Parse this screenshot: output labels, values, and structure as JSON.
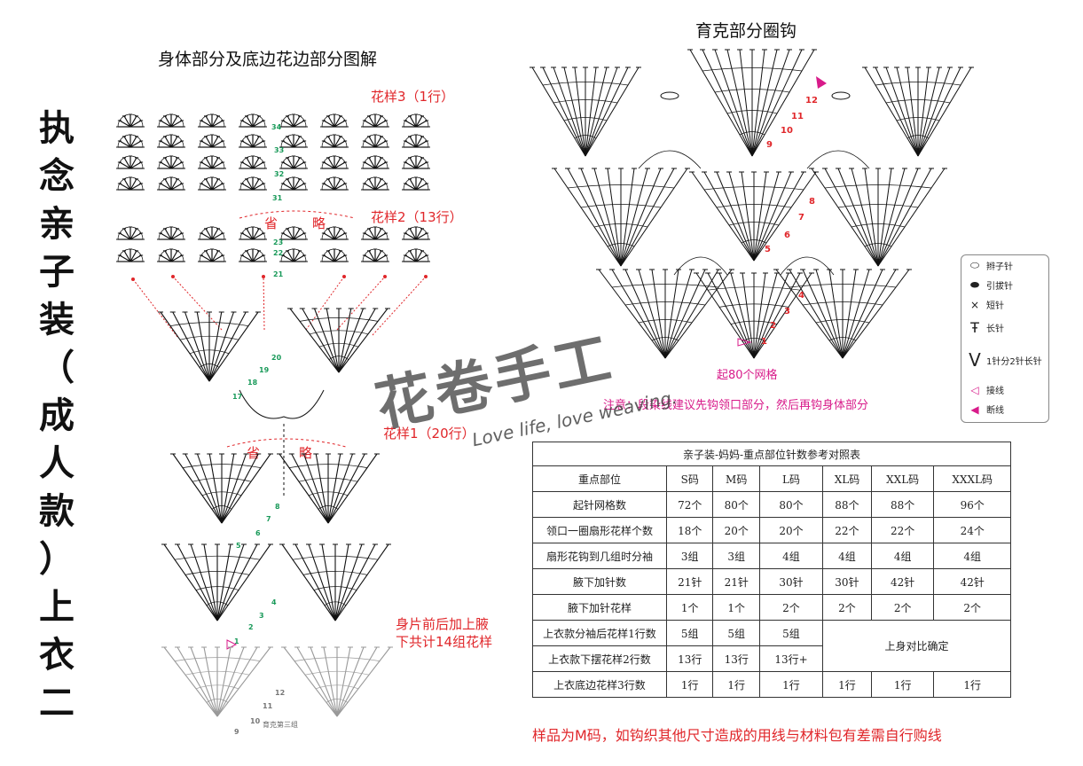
{
  "vertical_title": [
    "执",
    "念",
    "亲",
    "子",
    "装",
    "（",
    "成",
    "人",
    "款",
    "）",
    "上",
    "衣",
    "二"
  ],
  "left": {
    "heading": "身体部分及底边花边部分图解",
    "pattern3_label": "花样3（1行）",
    "pattern2_label": "花样2（13行）",
    "pattern1_label": "花样1（20行）",
    "omit1": "省",
    "omit2": "略",
    "omit3": "省",
    "omit4": "略",
    "rows_p3": [
      "34",
      "33",
      "32",
      "31"
    ],
    "rows_p2": [
      "22",
      "23",
      "21"
    ],
    "rows_p1_top": [
      "20",
      "19",
      "18",
      "17"
    ],
    "rows_p1_mid": [
      "8",
      "7",
      "6",
      "5"
    ],
    "rows_p1_bot": [
      "4",
      "3",
      "2",
      "1"
    ],
    "rows_gray": [
      "12",
      "11",
      "10",
      "9"
    ],
    "gray_caption": "育克第三组",
    "armpit_note_line1": "身片前后加上腋",
    "armpit_note_line2": "下共计14组花样"
  },
  "right": {
    "heading": "育克部分圈钩",
    "rows": [
      "12",
      "11",
      "10",
      "9",
      "8",
      "7",
      "6",
      "5",
      "4",
      "3",
      "2",
      "1"
    ],
    "start_note": "起80个网格",
    "attention": "注意：段染线建议先钩领口部分，然后再钩身体部分"
  },
  "legend": {
    "items": [
      {
        "icon": "chain-stitch-icon",
        "glyph": "⬭",
        "label": "辫子针"
      },
      {
        "icon": "slip-stitch-icon",
        "glyph": "⬬",
        "label": "引拔针"
      },
      {
        "icon": "single-crochet-icon",
        "glyph": "×",
        "label": "短针"
      },
      {
        "icon": "double-crochet-icon",
        "glyph": "Ŧ",
        "label": "长针"
      },
      {
        "icon": "increase-icon",
        "glyph": "V",
        "label": "1针分2针长针"
      },
      {
        "icon": "join-yarn-icon",
        "glyph": "◁",
        "label": "接线"
      },
      {
        "icon": "cut-yarn-icon",
        "glyph": "◀",
        "label": "断线"
      }
    ]
  },
  "table": {
    "caption": "亲子装-妈妈-重点部位针数参考对照表",
    "headers": [
      "重点部位",
      "S码",
      "M码",
      "L码",
      "XL码",
      "XXL码",
      "XXXL码"
    ],
    "rows": [
      [
        "起针网格数",
        "72个",
        "80个",
        "80个",
        "88个",
        "88个",
        "96个"
      ],
      [
        "领口一圈扇形花样个数",
        "18个",
        "20个",
        "20个",
        "22个",
        "22个",
        "24个"
      ],
      [
        "扇形花钩到几组时分袖",
        "3组",
        "3组",
        "4组",
        "4组",
        "4组",
        "4组"
      ],
      [
        "腋下加针数",
        "21针",
        "21针",
        "30针",
        "30针",
        "42针",
        "42针"
      ],
      [
        "腋下加针花样",
        "1个",
        "1个",
        "2个",
        "2个",
        "2个",
        "2个"
      ]
    ],
    "row6_label": "上衣款分袖后花样1行数",
    "row6_vals": [
      "5组",
      "5组",
      "5组"
    ],
    "row7_label": "上衣款下摆花样2行数",
    "row7_vals": [
      "13行",
      "13行",
      "13行+"
    ],
    "merged_note": "上身对比确定",
    "row8": [
      "上衣底边花样3行数",
      "1行",
      "1行",
      "1行",
      "1行",
      "1行",
      "1行"
    ]
  },
  "watermark": {
    "brand": "花卷手工",
    "slogan": "Love life, love weaving."
  },
  "bottom_note": "样品为M码，如钩织其他尺寸造成的用线与材料包有差需自行购线",
  "colors": {
    "accent_red": "#e0262a",
    "accent_pink": "#d81b8a",
    "row_green": "#1a9a5a"
  }
}
